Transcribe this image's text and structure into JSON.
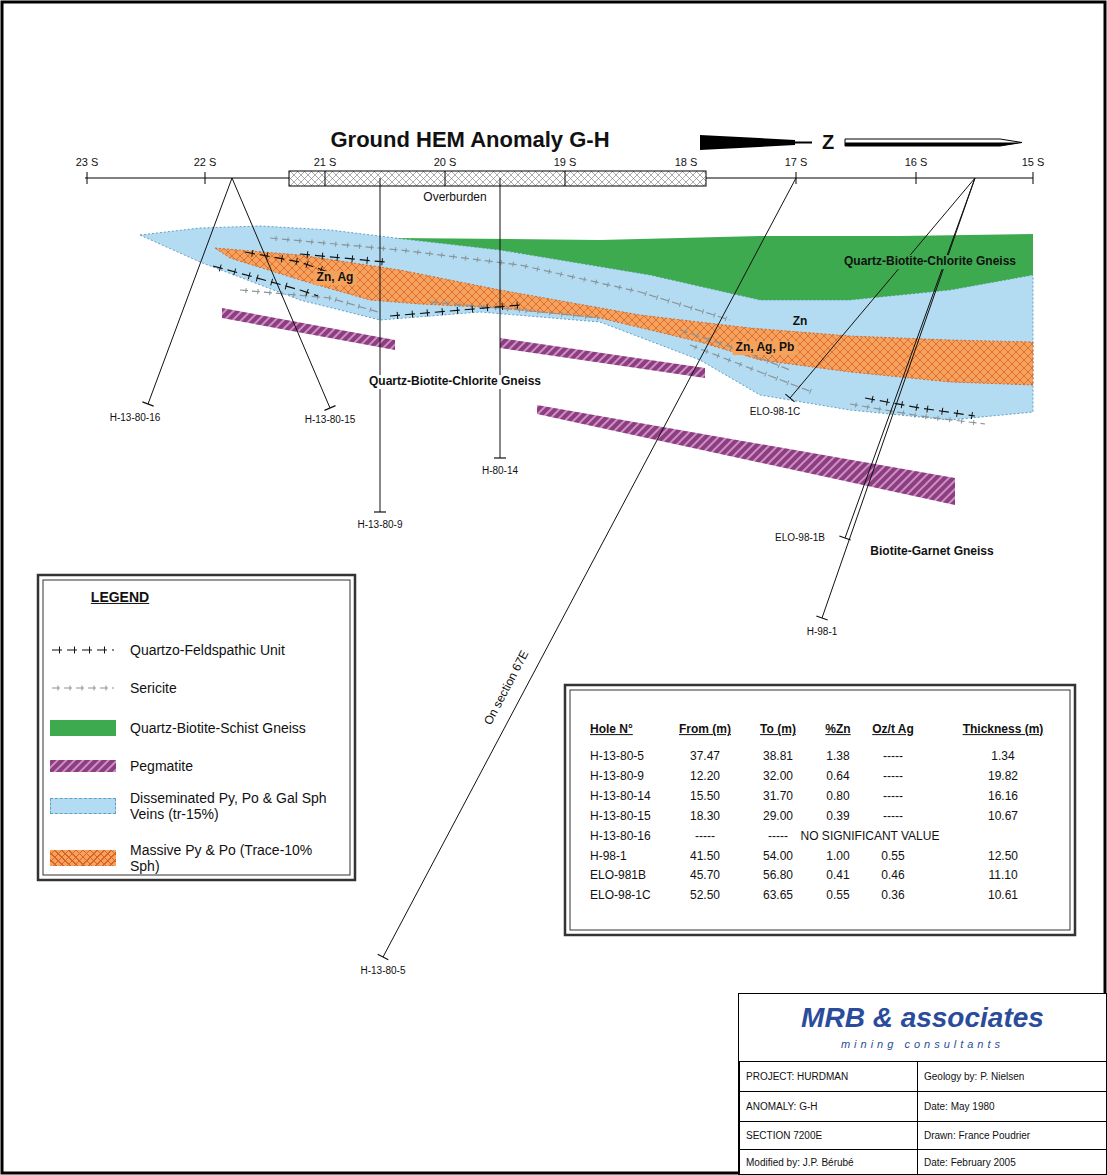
{
  "diagram": {
    "title": "Ground HEM Anomaly G-H",
    "nodes": [
      {
        "text": [
          "MRB & associates",
          "mining consultants"
        ]
      },
      {
        "text": [
          "PROJECT: HURDMAN"
        ],
        "in": 0
      },
      {
        "text": [
          "Geology by: P. Nielsen"
        ],
        "in": 0
      },
      {
        "text": [
          "ANOMALY: G-H"
        ],
        "in": 0
      },
      {
        "text": [
          "Date: May 1980"
        ],
        "in": 0
      },
      {
        "text": [
          "SECTION 7200E"
        ],
        "in": 0
      },
      {
        "text": [
          "Drawn: France Poudrier"
        ],
        "in": 0
      },
      {
        "text": [
          "Modified by: J.P. Bérubé"
        ],
        "in": 0
      },
      {
        "text": [
          "Date: February 2005"
        ],
        "in": 0
      }
    ],
    "labels": [
      "Z",
      "23 S",
      "22 S",
      "21 S",
      "20 S",
      "19 S",
      "18 S",
      "17 S",
      "16 S",
      "15 S",
      "Overburden",
      "Quartz-Biotite-Chlorite Gneiss",
      "Zn, Ag",
      "Zn",
      "Zn, Ag, Pb",
      "Quartz-Biotite-Chlorite Gneiss",
      "Biotite-Garnet Gneiss",
      "H-13-80-16",
      "H-13-80-15",
      "H-13-80-9",
      "H-80-14",
      "ELO-98-1C",
      "ELO-98-1B",
      "H-98-1",
      "On section 67E",
      "H-13-80-5",
      "LEGEND",
      "Hole N°",
      "From (m)",
      "To (m)",
      "%Zn",
      "Oz/t Ag",
      "Thickness (m)",
      "H-13-80-5",
      "37.47",
      "38.81",
      "1.38",
      "-----",
      "1.34",
      "H-13-80-9",
      "12.20",
      "32.00",
      "0.64",
      "-----",
      "19.82",
      "H-13-80-14",
      "15.50",
      "31.70",
      "0.80",
      "-----",
      "16.16",
      "H-13-80-15",
      "18.30",
      "29.00",
      "0.39",
      "-----",
      "10.67",
      "H-13-80-16",
      "-----",
      "-----",
      "NO SIGNIFICANT VALUE",
      "H-98-1",
      "41.50",
      "54.00",
      "1.00",
      "0.55",
      "12.50",
      "ELO-981B",
      "45.70",
      "56.80",
      "0.41",
      "0.46",
      "11.10",
      "ELO-98-1C",
      "52.50",
      "63.65",
      "0.55",
      "0.36",
      "10.61"
    ],
    "legend": [
      {
        "text": "Quartzo-Feldspathic Unit"
      },
      {
        "text": "Sericite"
      },
      {
        "text": "Quartz-Biotite-Schist Gneiss",
        "color": "#3daa4f"
      },
      {
        "text": "Pegmatite"
      },
      {
        "text": "Disseminated Py, Po & Gal Sph Veins (tr-15%)",
        "color": "#b3dcf2"
      },
      {
        "text": "Massive Py & Po (Trace-10% Sph)",
        "color": "#f5a35c"
      }
    ]
  }
}
